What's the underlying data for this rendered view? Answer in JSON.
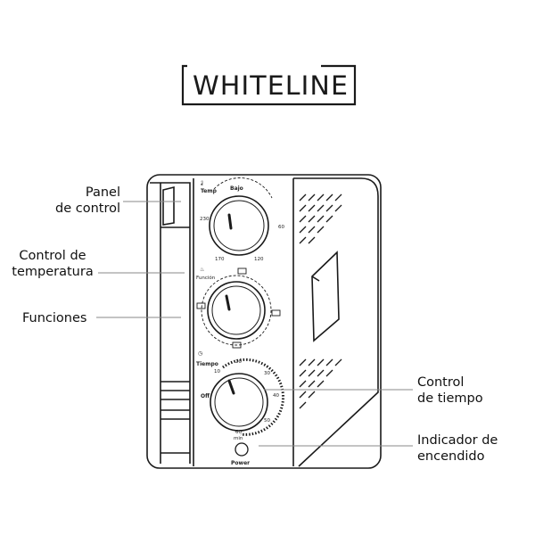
{
  "brand": {
    "logo_text": "WHITELINE"
  },
  "callouts": {
    "panel": [
      "Panel",
      "de control"
    ],
    "temperature": [
      "Control de",
      "temperatura"
    ],
    "functions": "Funciones",
    "time": [
      "Control",
      "de tiempo"
    ],
    "power": [
      "Indicador de",
      "encendido"
    ]
  },
  "panel_labels": {
    "temp_label": "Temp",
    "temp_low": "Bajo",
    "temp_scale": [
      "230",
      "60",
      "170",
      "120"
    ],
    "function_label": "Función",
    "time_label": "Tiempo",
    "time_scale": [
      "10",
      "20",
      "30",
      "40",
      "50",
      "60"
    ],
    "time_off": "Off",
    "time_min": "min",
    "power_label": "Power"
  },
  "colors": {
    "line": "#1a1a1a",
    "background": "#ffffff"
  }
}
